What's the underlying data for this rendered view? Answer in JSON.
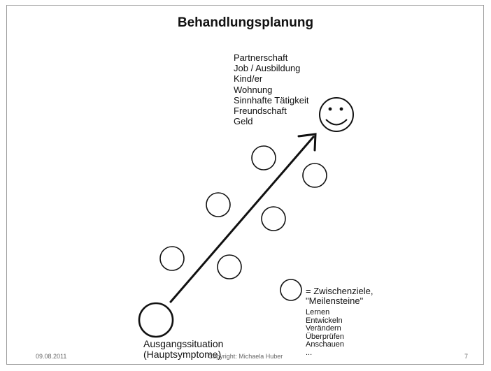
{
  "title": "Behandlungsplanung",
  "goals": [
    "Partnerschaft",
    "Job / Ausbildung",
    "Kind/er",
    "Wohnung",
    "Sinnhafte Tätigkeit",
    "Freundschaft",
    "Geld"
  ],
  "legend": {
    "symbol_meaning": "= Zwischenziele,",
    "symbol_meaning_2": "\"Meilensteine\"",
    "items": [
      "Lernen",
      "Entwickeln",
      "Verändern",
      "Überprüfen",
      "Anschauen",
      "..."
    ]
  },
  "start": {
    "line1": "Ausgangssituation",
    "line2": "(Hauptsymptome)"
  },
  "footer": {
    "date": "09.08.2011",
    "copyright": "Copyright: Michaela Huber",
    "page": "7"
  }
}
